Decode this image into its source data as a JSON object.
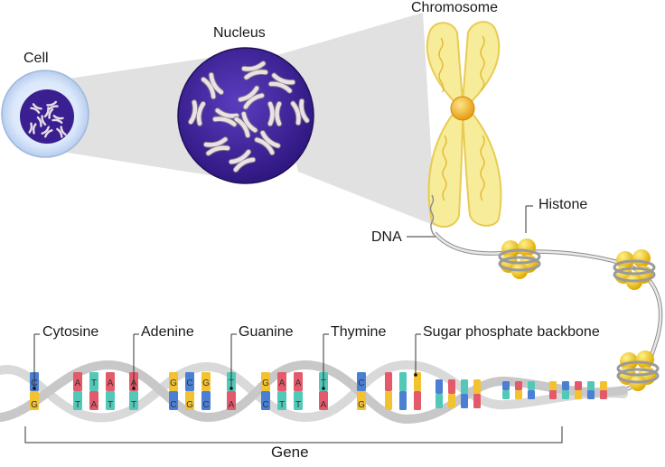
{
  "labels": {
    "cell": "Cell",
    "nucleus": "Nucleus",
    "chromosome": "Chromosome",
    "histone": "Histone",
    "dna": "DNA",
    "cytosine": "Cytosine",
    "adenine": "Adenine",
    "guanine": "Guanine",
    "thymine": "Thymine",
    "backbone": "Sugar phosphate backbone",
    "gene": "Gene"
  },
  "base_letters": {
    "top": [
      "C",
      "A",
      "T",
      "A",
      "A",
      "G",
      "C",
      "G",
      "T",
      "G",
      "A",
      "A",
      "T",
      "C"
    ],
    "bottom": [
      "G",
      "T",
      "A",
      "T",
      "T",
      "C",
      "G",
      "C",
      "A",
      "C",
      "T",
      "T",
      "A",
      "G"
    ]
  },
  "colors": {
    "cytosine": "#4a7fd4",
    "adenine": "#e45a6a",
    "guanine": "#f2c230",
    "thymine": "#52c8b8",
    "backbone": "#e2e2e2",
    "nucleus": "#43269e",
    "chromosome": "#f7ec95",
    "histone": "#f6cd1e"
  }
}
